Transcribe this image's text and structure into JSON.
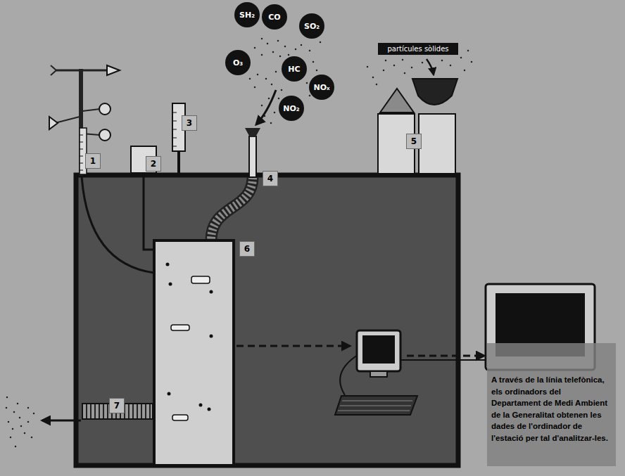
{
  "diagram": {
    "nodes": [
      {
        "text": [
          "SH₂"
        ]
      },
      {
        "text": [
          "CO"
        ]
      },
      {
        "text": [
          "SO₂"
        ]
      },
      {
        "text": [
          "O₃"
        ]
      },
      {
        "text": [
          "HC"
        ]
      },
      {
        "text": [
          "NOₓ"
        ]
      },
      {
        "text": [
          "NO₂"
        ]
      },
      {
        "text": [
          "partícules sòlides"
        ]
      },
      {
        "text": [
          "A través de la línia telefònica, els ordinadors del Departament de Medi Ambient de la Generalitat obtenen les dades de l'ordinador de l'estació per tal d'analitzar-les."
        ]
      }
    ],
    "labels": [
      "1",
      "2",
      "3",
      "4",
      "5",
      "6",
      "7"
    ]
  }
}
